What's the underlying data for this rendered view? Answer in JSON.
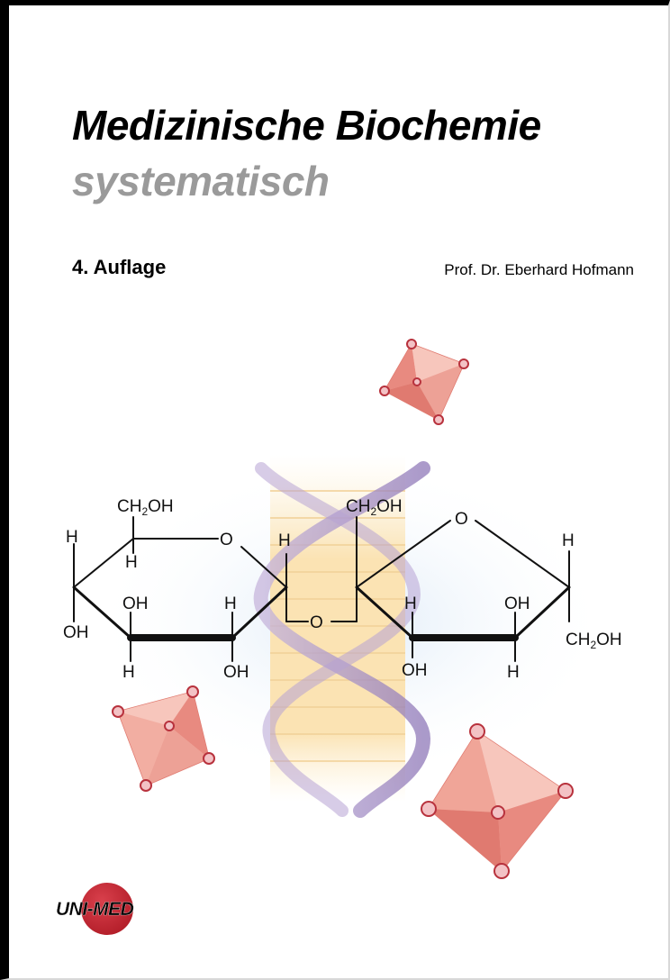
{
  "cover": {
    "title": "Medizinische Biochemie",
    "subtitle": "systematisch",
    "edition": "4. Auflage",
    "author": "Prof. Dr. Eberhard Hofmann",
    "publisher_logo": "UNI-MED"
  },
  "molecule": {
    "left_ring": {
      "ch2oh": "CH2OH",
      "ring_o": "O",
      "h_left": "H",
      "h_top": "H",
      "oh_mid": "OH",
      "h_right": "H",
      "oh_left": "OH",
      "h_bottom_left": "H",
      "oh_bottom_right": "OH"
    },
    "bridge": {
      "h": "H",
      "o": "O"
    },
    "right_ring": {
      "ch2oh_top": "CH2OH",
      "ring_o": "O",
      "h_right": "H",
      "h_left": "H",
      "oh_mid": "OH",
      "ch2oh_right": "CH2OH",
      "oh_bottom": "OH",
      "h_bottom": "H"
    }
  },
  "colors": {
    "title": "#000000",
    "subtitle": "#9a9a9a",
    "crystal": "#e88a80",
    "logo_circle": "#b81e28"
  }
}
